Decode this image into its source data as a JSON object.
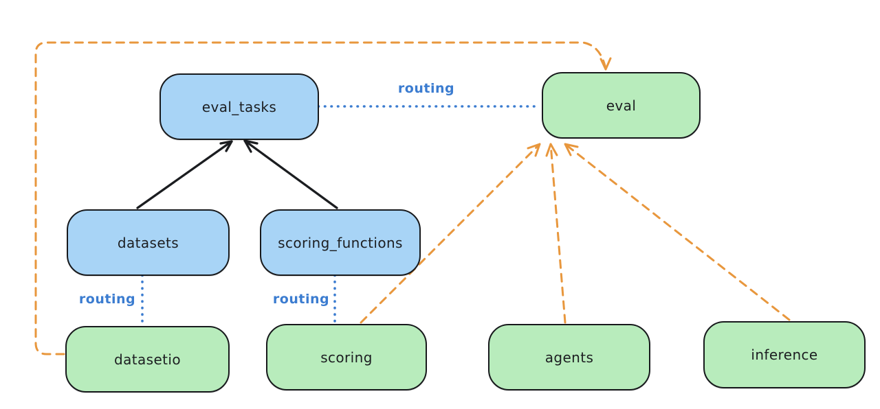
{
  "nodes": [
    {
      "id": "eval_tasks",
      "label": "eval_tasks",
      "fill": "blue"
    },
    {
      "id": "eval",
      "label": "eval",
      "fill": "green"
    },
    {
      "id": "datasets",
      "label": "datasets",
      "fill": "blue"
    },
    {
      "id": "scoring_functions",
      "label": "scoring_functions",
      "fill": "blue"
    },
    {
      "id": "datasetio",
      "label": "datasetio",
      "fill": "green"
    },
    {
      "id": "scoring",
      "label": "scoring",
      "fill": "green"
    },
    {
      "id": "agents",
      "label": "agents",
      "fill": "green"
    },
    {
      "id": "inference",
      "label": "inference",
      "fill": "green"
    }
  ],
  "edge_labels": [
    {
      "text": "routing"
    },
    {
      "text": "routing"
    },
    {
      "text": "routing"
    }
  ],
  "colors": {
    "background": "#ffffff",
    "blue_node_fill": "#a8d4f6",
    "green_node_fill": "#b8ecbc",
    "node_stroke": "#17191c",
    "routing_blue": "#3b7cd0",
    "orange_dashed": "#e8973d",
    "black_arrow": "#1b1d20"
  }
}
